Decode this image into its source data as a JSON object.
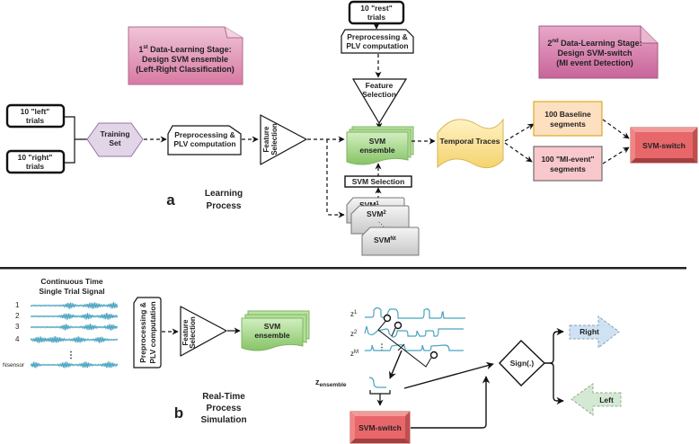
{
  "panel_a": {
    "letter": "a",
    "caption_line1": "Learning",
    "caption_line2": "Process",
    "note1": {
      "line1_base": "1",
      "line1_sup": "st",
      "line1_rest": " Data-Learning Stage:",
      "line2": "Design SVM ensemble",
      "line3": "(Left-Right Classification)",
      "color": "#d87aa3"
    },
    "note2": {
      "line1_base": "2",
      "line1_sup": "nd",
      "line1_rest": " Data-Learning Stage:",
      "line2": "Design SVM-switch",
      "line3": "(MI event  Detection)",
      "color": "#c8649a"
    },
    "rest_trials": {
      "line1": "10 \"rest\"",
      "line2": "trials"
    },
    "left_trials": {
      "line1": "10 \"left\"",
      "line2": "trials"
    },
    "right_trials": {
      "line1": "10 \"right\"",
      "line2": "trials"
    },
    "training_set": {
      "line1": "Training",
      "line2": "Set",
      "color": "#e1d5e7"
    },
    "preproc_main": {
      "line1": "Preprocessing &",
      "line2": "PLV computation"
    },
    "preproc_rest": {
      "line1": "Preprocessing &",
      "line2": "PLV computation"
    },
    "feature_sel_main": {
      "line1": "Feature",
      "line2": "Selection"
    },
    "feature_sel_rest": {
      "line1": "Feature",
      "line2": "Selection"
    },
    "svm_ensemble": {
      "line1": "SVM",
      "line2": "ensemble",
      "color": "#a9d88f"
    },
    "svm_selection": "SVM Selection",
    "svm_stack": [
      {
        "base": "SVM",
        "sup": "1"
      },
      {
        "base": "SVM",
        "sup": "2"
      },
      {
        "base": "SVM",
        "sup": "Nt"
      }
    ],
    "svm_stack_dots": "⋱",
    "temporal_traces": {
      "label": "Temporal Traces",
      "color": "#fbe39c"
    },
    "baseline_segments": {
      "line1": "100 Baseline",
      "line2": "segments",
      "color": "#fde0c0"
    },
    "mi_segments": {
      "line1": "100 \"MI-event\"",
      "line2": "segments",
      "color": "#f8c8cc"
    },
    "svm_switch": {
      "label": "SVM-switch",
      "color": "#e8676a"
    }
  },
  "panel_b": {
    "letter": "b",
    "caption_line1": "Real-Time",
    "caption_line2": "Process",
    "caption_line3": "Simulation",
    "signal_title_line1": "Continuous Time",
    "signal_title_line2": "Single Trial Signal",
    "channels": [
      "1",
      "2",
      "3",
      "4",
      "Nsensor"
    ],
    "channel_dots": "⋮",
    "signal_color": "#4aa3c0",
    "preproc": {
      "line1": "Preprocessing &",
      "line2": "PLV computation"
    },
    "feature_sel": {
      "line1": "Feature",
      "line2": "Selection"
    },
    "svm_ensemble": {
      "line1": "SVM",
      "line2": "ensemble"
    },
    "z_labels": [
      {
        "base": "z",
        "sup": "1"
      },
      {
        "base": "z",
        "sup": "2"
      },
      {
        "base": "z",
        "sup": "M"
      }
    ],
    "z_dots": "⋮",
    "z_ensemble": {
      "base": "z",
      "sub": "ensemble"
    },
    "svm_switch": "SVM-switch",
    "sign": "Sign(.)",
    "right": {
      "label": "Right",
      "color": "#cfe2f3"
    },
    "left": {
      "label": "Left",
      "color": "#d5e8d4"
    }
  }
}
